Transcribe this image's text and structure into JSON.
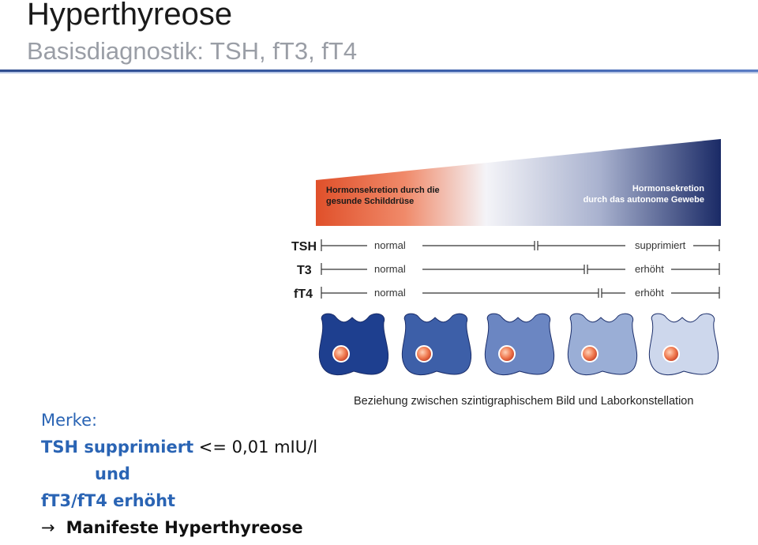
{
  "header": {
    "title": "Hyperthyreose",
    "subtitle": "Basisdiagnostik: TSH, fT3, fT4"
  },
  "figure": {
    "wedge_left_label": [
      "Hormonsekretion durch die",
      "gesunde Schilddrüse"
    ],
    "wedge_right_label": [
      "Hormonsekretion",
      "durch das autonome Gewebe"
    ],
    "rows": [
      {
        "name": "TSH",
        "left": "normal",
        "right": "supprimiert"
      },
      {
        "name": "T3",
        "left": "normal",
        "right": "erhöht"
      },
      {
        "name": "fT4",
        "left": "normal",
        "right": "erhöht"
      }
    ],
    "thyroid_colors": [
      "#1e3f8f",
      "#3d5fa8",
      "#6b86c2",
      "#9aaed6",
      "#cdd7ec"
    ],
    "caption": "Beziehung zwischen szintigraphischem Bild und Laborkonstellation"
  },
  "notes": {
    "merke": "Merke:",
    "tsh_bold": "TSH supprimiert",
    "tsh_rest": " <= 0,01 mIU/l",
    "und": "und",
    "ft": "fT3/fT4 erhöht",
    "arrow": "→",
    "conclusion": "Manifeste Hyperthyreose"
  }
}
